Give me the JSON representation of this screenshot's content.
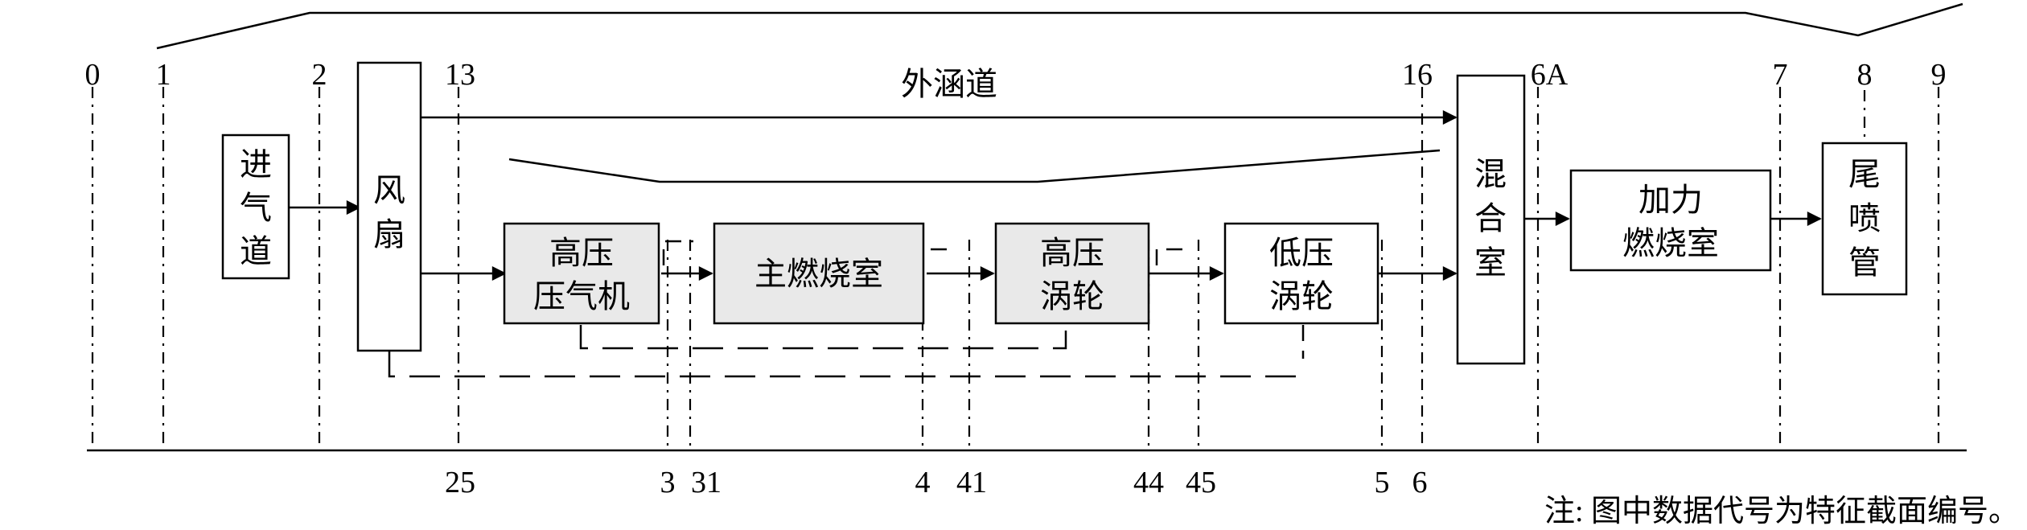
{
  "top_stations": [
    "0",
    "1",
    "2",
    "13",
    "16",
    "6A",
    "7",
    "8",
    "9"
  ],
  "bottom_stations": [
    "25",
    "3",
    "31",
    "4",
    "41",
    "44",
    "45",
    "5",
    "6"
  ],
  "bypass_label": "外涵道",
  "components": {
    "inlet": [
      "进",
      "气",
      "道"
    ],
    "fan": [
      "风",
      "扇"
    ],
    "hpc": [
      "高压",
      "压气机"
    ],
    "combustor": [
      "主燃烧室"
    ],
    "hpt": [
      "高压",
      "涡轮"
    ],
    "lpt": [
      "低压",
      "涡轮"
    ],
    "mixer": [
      "混",
      "合",
      "室"
    ],
    "afterburner": [
      "加力",
      "燃烧室"
    ],
    "nozzle": [
      "尾",
      "喷",
      "管"
    ]
  },
  "note": "注: 图中数据代号为特征截面编号。"
}
